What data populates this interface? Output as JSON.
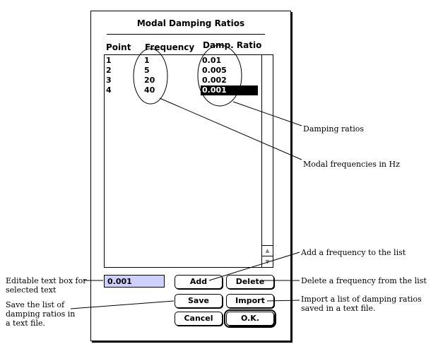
{
  "dialog": {
    "title": "Modal Damping Ratios",
    "columns": {
      "point": "Point",
      "frequency": "Frequency",
      "damping": "Damp. Ratio"
    },
    "rows": [
      {
        "point": "1",
        "frequency": "1",
        "damping": "0.01"
      },
      {
        "point": "2",
        "frequency": "5",
        "damping": "0.005"
      },
      {
        "point": "3",
        "frequency": "20",
        "damping": "0.002"
      },
      {
        "point": "4",
        "frequency": "40",
        "damping": "0.001"
      }
    ],
    "selected_row": 4,
    "edit_value": "0.001",
    "buttons": {
      "add": "Add",
      "delete": "Delete",
      "save": "Save",
      "import": "Import",
      "cancel": "Cancel",
      "ok": "O.K."
    },
    "selection_color": "#000000",
    "edit_box_color": "#d0d0ff"
  },
  "annotations": {
    "damping_ratios": "Damping ratios",
    "modal_frequencies": "Modal frequencies in Hz",
    "add": "Add  a frequency to the list",
    "delete": "Delete  a frequency from the list",
    "edit_line1": "Editable text box for",
    "edit_line2": "selected text",
    "save_line1": "Save the list of",
    "save_line2": "damping ratios in",
    "save_line3": "a text file.",
    "import_line1": "Import a list of damping ratios",
    "import_line2": "saved in a text file."
  }
}
